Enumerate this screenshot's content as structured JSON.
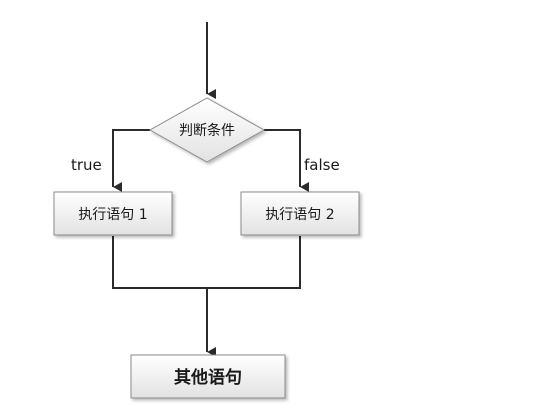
{
  "flowchart": {
    "decision": {
      "label": "判断条件"
    },
    "branch_true": {
      "edge_label": "true",
      "box_label": "执行语句 1"
    },
    "branch_false": {
      "edge_label": "false",
      "box_label": "执行语句 2"
    },
    "next": {
      "label": "其他语句"
    }
  },
  "colors": {
    "line": "#2b2b2b",
    "box_fill_top": "#ffffff",
    "box_fill_bottom": "#e2e2e2",
    "box_stroke": "#8c8c8c"
  }
}
